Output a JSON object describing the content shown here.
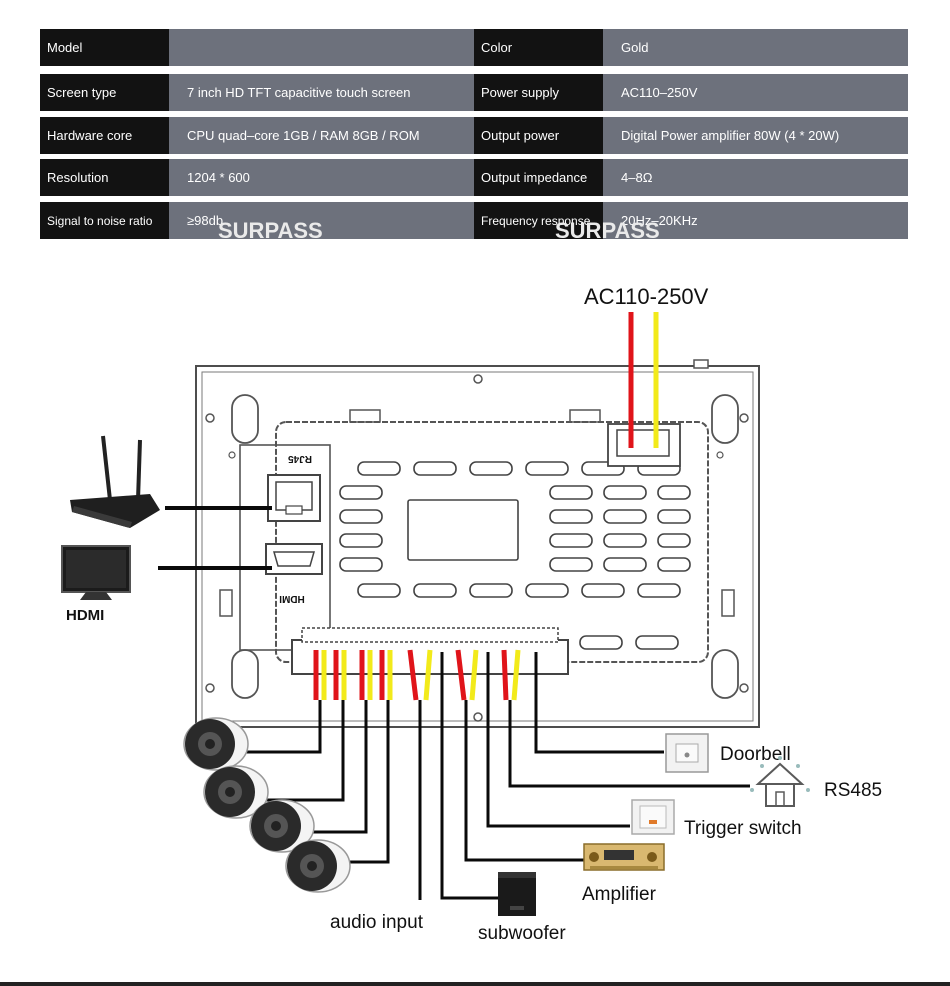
{
  "specs": {
    "rows": [
      {
        "l1": "Model",
        "v1": "",
        "l2": "Color",
        "v2": "Gold"
      },
      {
        "l1": "Screen type",
        "v1": "7 inch HD TFT capacitive touch screen",
        "l2": "Power supply",
        "v2": "AC110–250V"
      },
      {
        "l1": "Hardware core",
        "v1": "CPU quad–core 1GB / RAM 8GB / ROM",
        "l2": "Output power",
        "v2": "Digital Power amplifier 80W (4 * 20W)"
      },
      {
        "l1": "Resolution",
        "v1": "1204 * 600",
        "l2": "Output impedance",
        "v2": "4–8Ω"
      },
      {
        "l1": "Signal to noise ratio",
        "v1": "≥98db",
        "l2": "Frequency response",
        "v2": "20Hz–20KHz"
      }
    ]
  },
  "diagram": {
    "power_label": "AC110-250V",
    "rj45_label": "RJ45",
    "hdmi_port_label": "HDMI",
    "hdmi_label": "HDMI",
    "doorbell_label": "Doorbell",
    "rs485_label": "RS485",
    "trigger_label": "Trigger switch",
    "amplifier_label": "Amplifier",
    "subwoofer_label": "subwoofer",
    "audio_input_label": "audio input",
    "watermark": "SURPASS",
    "colors": {
      "red": "#e0141a",
      "yellow": "#f2ea1a",
      "wire": "#0a0a0a",
      "panel": "#555555"
    }
  }
}
